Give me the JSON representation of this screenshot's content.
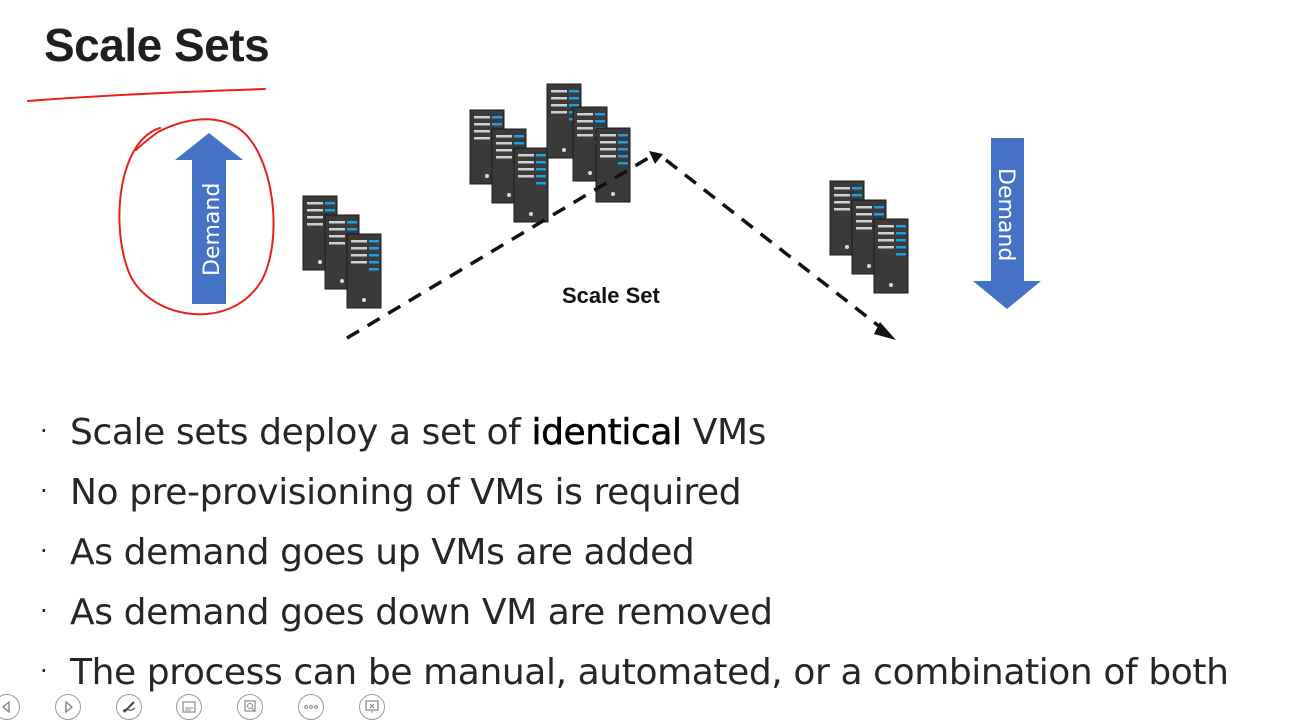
{
  "slide": {
    "title": "Scale Sets",
    "diagram": {
      "demand_up_label": "Demand",
      "demand_down_label": "Demand",
      "center_label": "Scale Set"
    },
    "bullets": [
      {
        "pre": "Scale sets deploy a set of ",
        "bold": "identical",
        "post": " VMs"
      },
      {
        "pre": "No pre-provisioning of VMs is required",
        "bold": "",
        "post": ""
      },
      {
        "pre": "As demand goes up VMs are added",
        "bold": "",
        "post": ""
      },
      {
        "pre": "As demand goes down VM are removed",
        "bold": "",
        "post": ""
      },
      {
        "pre": "The process can be manual, automated, or a combination of both",
        "bold": "",
        "post": ""
      }
    ]
  },
  "toolbar": {
    "buttons": [
      "previous-icon",
      "next-icon",
      "pen-icon",
      "subtitles-icon",
      "zoom-icon",
      "more-options-icon",
      "end-show-icon"
    ]
  },
  "colors": {
    "arrow_blue": "#4472c4",
    "annotation_red": "#e8211c",
    "server_dark": "#3a3a3a",
    "server_light": "#1e9ce6"
  }
}
